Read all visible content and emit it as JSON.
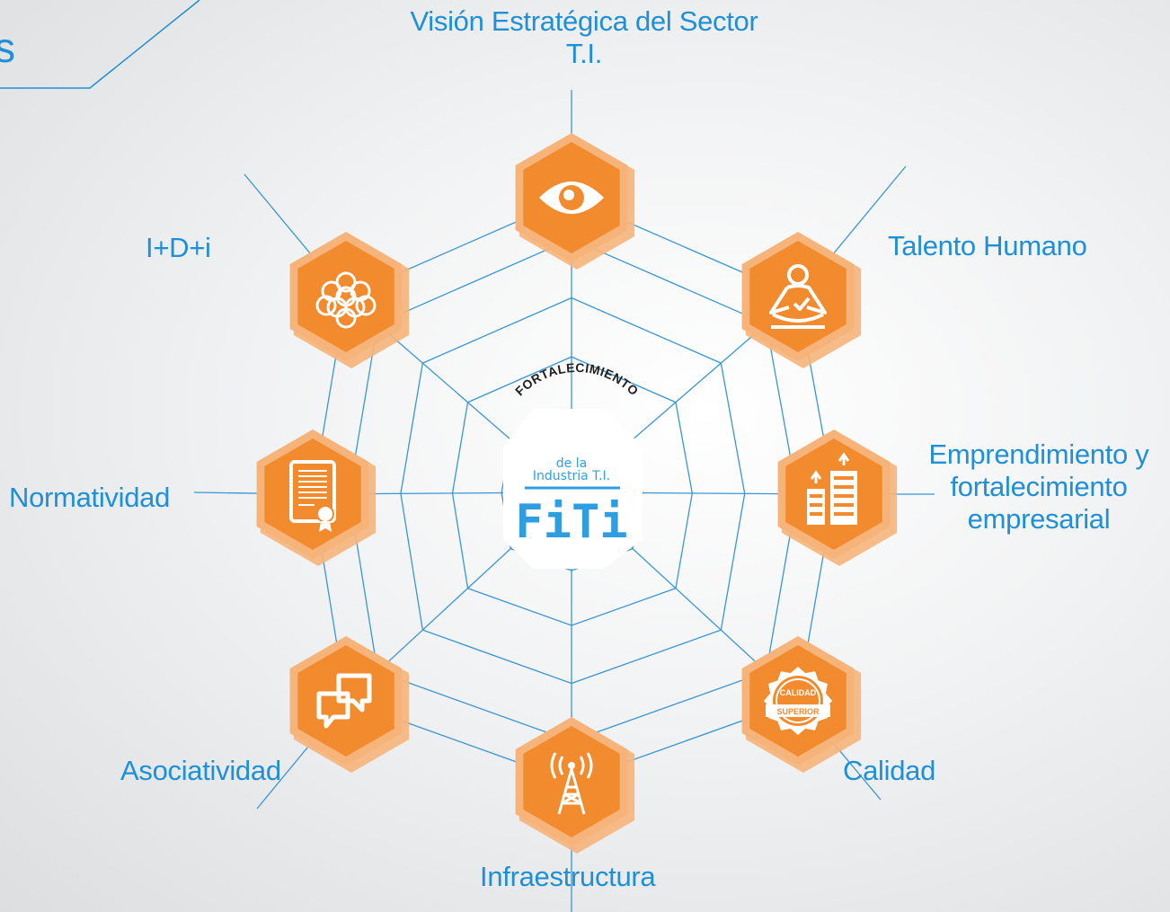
{
  "title_fragment": "s",
  "center_logo": {
    "arc_text": "FORTALECIMIENTO",
    "line1": "de la",
    "line2": "Industria T.I.",
    "brand": "FiTi"
  },
  "nodes": [
    {
      "id": "vision",
      "icon": "eye-icon",
      "label_lines": [
        "Visión Estratégica del Sector",
        "T.I."
      ]
    },
    {
      "id": "talento",
      "icon": "person-meditating-icon",
      "label_lines": [
        "Talento Humano"
      ]
    },
    {
      "id": "emprendimiento",
      "icon": "buildings-growth-icon",
      "label_lines": [
        "Emprendimiento y",
        "fortalecimiento",
        "empresarial"
      ]
    },
    {
      "id": "calidad",
      "icon": "quality-seal-icon",
      "label_lines": [
        "Calidad"
      ],
      "seal_text": [
        "CALIDAD",
        "SUPERIOR"
      ]
    },
    {
      "id": "infraestructura",
      "icon": "antenna-tower-icon",
      "label_lines": [
        "Infraestructura"
      ]
    },
    {
      "id": "asociatividad",
      "icon": "chat-bubbles-icon",
      "label_lines": [
        "Asociatividad"
      ]
    },
    {
      "id": "normatividad",
      "icon": "certificate-document-icon",
      "label_lines": [
        "Normatividad"
      ]
    },
    {
      "id": "idi",
      "icon": "molecule-cluster-icon",
      "label_lines": [
        "I+D+i"
      ]
    }
  ],
  "colors": {
    "orange": "#f28a2e",
    "orange_light": "#f6b47a",
    "line_blue": "#3a96d4",
    "label_blue": "#1f8fd6",
    "logo_blue": "#2f9ee0"
  }
}
